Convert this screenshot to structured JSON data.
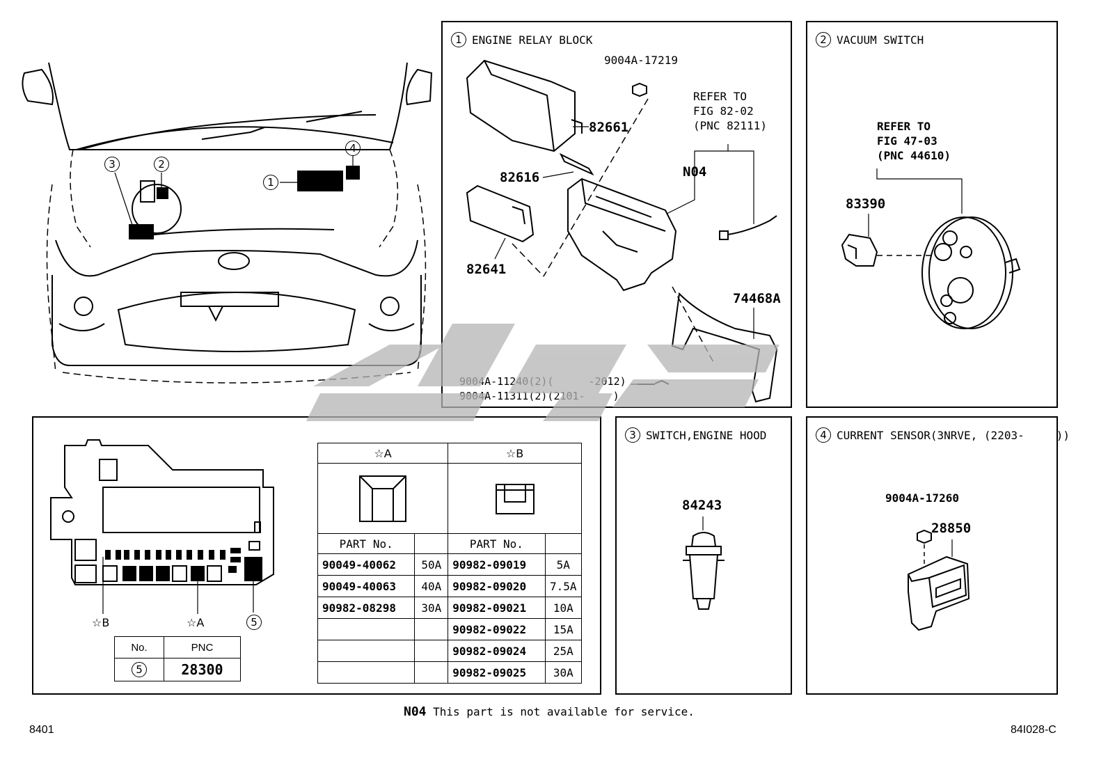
{
  "overview": {
    "callouts": [
      "1",
      "2",
      "3",
      "4"
    ]
  },
  "panel1": {
    "num": "1",
    "title": "ENGINE RELAY BLOCK",
    "parts": {
      "p1": "9004A-17219",
      "p2": "82661",
      "p3": "82616",
      "p4": "82641",
      "p5": "N04",
      "p6": "74468A",
      "p7": "9004A-11240(2)(",
      "p7b": "-2012)",
      "p8": "9004A-11311(2)(2101-",
      "p8b": ")"
    },
    "refer": [
      "REFER TO",
      "FIG 82-02",
      "(PNC 82111)"
    ]
  },
  "panel2": {
    "num": "2",
    "title": "VACUUM SWITCH",
    "refer": [
      "REFER TO",
      "FIG 47-03",
      "(PNC 44610)"
    ],
    "part": "83390"
  },
  "panel3": {
    "num": "3",
    "title": "SWITCH,ENGINE HOOD",
    "part": "84243"
  },
  "panel4": {
    "num": "4",
    "title": "CURRENT SENSOR(3NRVE, (2203-",
    "title_end": "))",
    "parts": [
      "9004A-17260",
      "28850"
    ]
  },
  "fuse_panel": {
    "star_a": "☆A",
    "star_b": "☆B",
    "callout5": "5",
    "col_a_header": "☆A",
    "col_b_header": "☆B",
    "part_no_header": "PART No.",
    "col_a_rows": [
      {
        "part": "90049-40062",
        "amp": "50A"
      },
      {
        "part": "90049-40063",
        "amp": "40A"
      },
      {
        "part": "90982-08298",
        "amp": "30A"
      },
      {
        "part": "",
        "amp": ""
      },
      {
        "part": "",
        "amp": ""
      },
      {
        "part": "",
        "amp": ""
      }
    ],
    "col_b_rows": [
      {
        "part": "90982-09019",
        "amp": "5A"
      },
      {
        "part": "90982-09020",
        "amp": "7.5A"
      },
      {
        "part": "90982-09021",
        "amp": "10A"
      },
      {
        "part": "90982-09022",
        "amp": "15A"
      },
      {
        "part": "90982-09024",
        "amp": "25A"
      },
      {
        "part": "90982-09025",
        "amp": "30A"
      }
    ],
    "pnc_table": {
      "header_no": "No.",
      "header_pnc": "PNC",
      "row_no": "5",
      "row_pnc": "28300"
    }
  },
  "footer": {
    "code": "N04",
    "note": "This part is not available for service.",
    "left_id": "8401",
    "right_id": "84I028-C"
  }
}
